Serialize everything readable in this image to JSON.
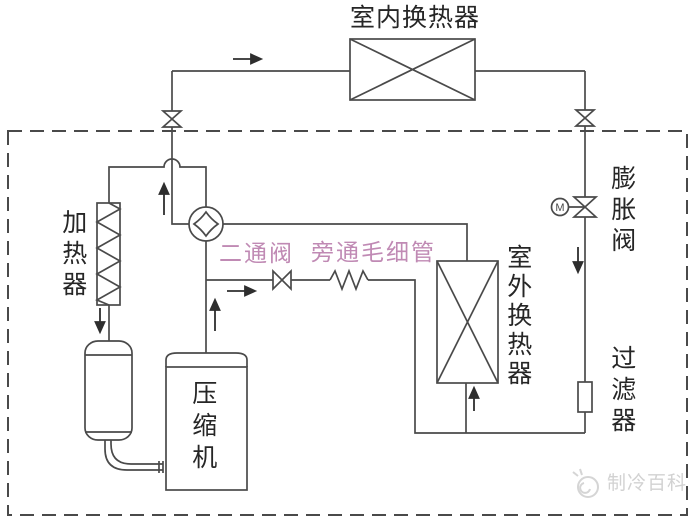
{
  "diagram": {
    "labels": {
      "indoor_heat_exchanger": "室内换热器",
      "heater": "加热器",
      "compressor": "压缩机",
      "two_way_valve": "二通阀",
      "bypass_capillary": "旁通毛细管",
      "outdoor_heat_exchanger": "室外换热器",
      "expansion_valve": "膨胀阀",
      "filter": "过滤器",
      "motor_symbol": "M"
    },
    "watermark": "制冷百科",
    "colors": {
      "line": "#4a4a4a",
      "text": "#262626",
      "accent_pink": "#c08ab4",
      "watermark": "#d2d2d2",
      "background": "#ffffff"
    }
  }
}
